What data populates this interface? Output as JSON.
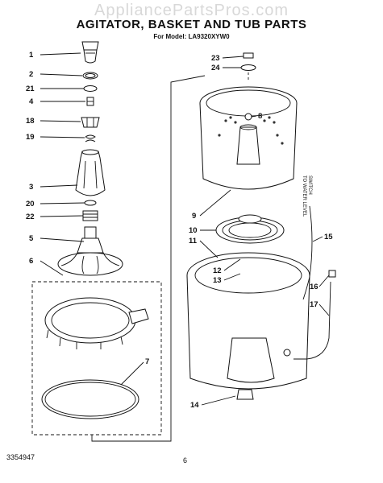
{
  "watermark": "AppliancePartsPros.com",
  "title": "AGITATOR, BASKET AND TUB PARTS",
  "subtitle": "For Model: LA9320XYW0",
  "side_note": [
    "TO WATER LEVEL",
    "SWITCH"
  ],
  "footer": {
    "doc_number": "3354947",
    "page": "6"
  },
  "callouts": [
    "1",
    "2",
    "21",
    "4",
    "18",
    "19",
    "3",
    "20",
    "22",
    "5",
    "6",
    "7",
    "23",
    "24",
    "8",
    "9",
    "10",
    "11",
    "12",
    "13",
    "14",
    "15",
    "16",
    "17"
  ]
}
